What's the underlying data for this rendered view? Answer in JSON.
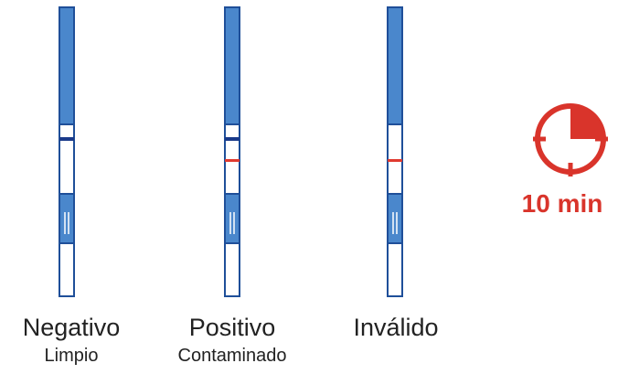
{
  "colors": {
    "strip_blue": "#4a87cc",
    "strip_border": "#1f4f99",
    "control_line": "#1a3a8a",
    "test_line": "#e03a30",
    "timer_red": "#d9342b"
  },
  "tests": [
    {
      "title": "Negativo",
      "subtitle": "Limpio",
      "control_line": true,
      "test_line": false
    },
    {
      "title": "Positivo",
      "subtitle": "Contaminado",
      "control_line": true,
      "test_line": true
    },
    {
      "title": "Inválido",
      "subtitle": "",
      "control_line": false,
      "test_line": true
    }
  ],
  "timer": {
    "icon": "stopwatch-icon",
    "label": "10 min"
  }
}
